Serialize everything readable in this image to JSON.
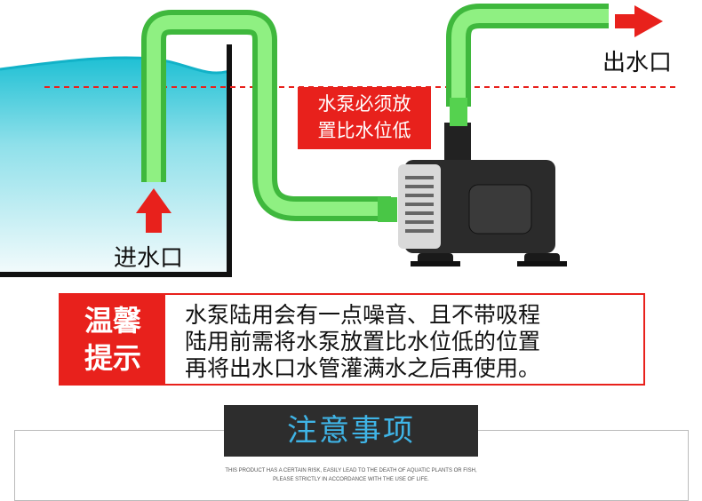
{
  "diagram": {
    "inlet_label": "进水口",
    "outlet_label": "出水口",
    "warning": [
      "水泵必须放",
      "置比水位低"
    ],
    "colors": {
      "water": "#23c3d6",
      "hose": "#6ee36a",
      "arrow": "#e8211c",
      "pump_body": "#2b2b2b"
    }
  },
  "tip": {
    "heading": [
      "温馨",
      "提示"
    ],
    "lines": [
      "水泵陆用会有一点噪音、且不带吸程",
      "陆用前需将水泵放置比水位低的位置",
      "再将出水口水管灌满水之后再使用。"
    ]
  },
  "notice": {
    "title": "注意事项",
    "en_lines": [
      "THIS PRODUCT HAS A CERTAIN RISK, EASILY LEAD TO THE DEATH OF AQUATIC PLANTS OR FISH,",
      "PLEASE STRICTLY IN ACCORDANCE WITH THE USE OF LIFE."
    ]
  }
}
